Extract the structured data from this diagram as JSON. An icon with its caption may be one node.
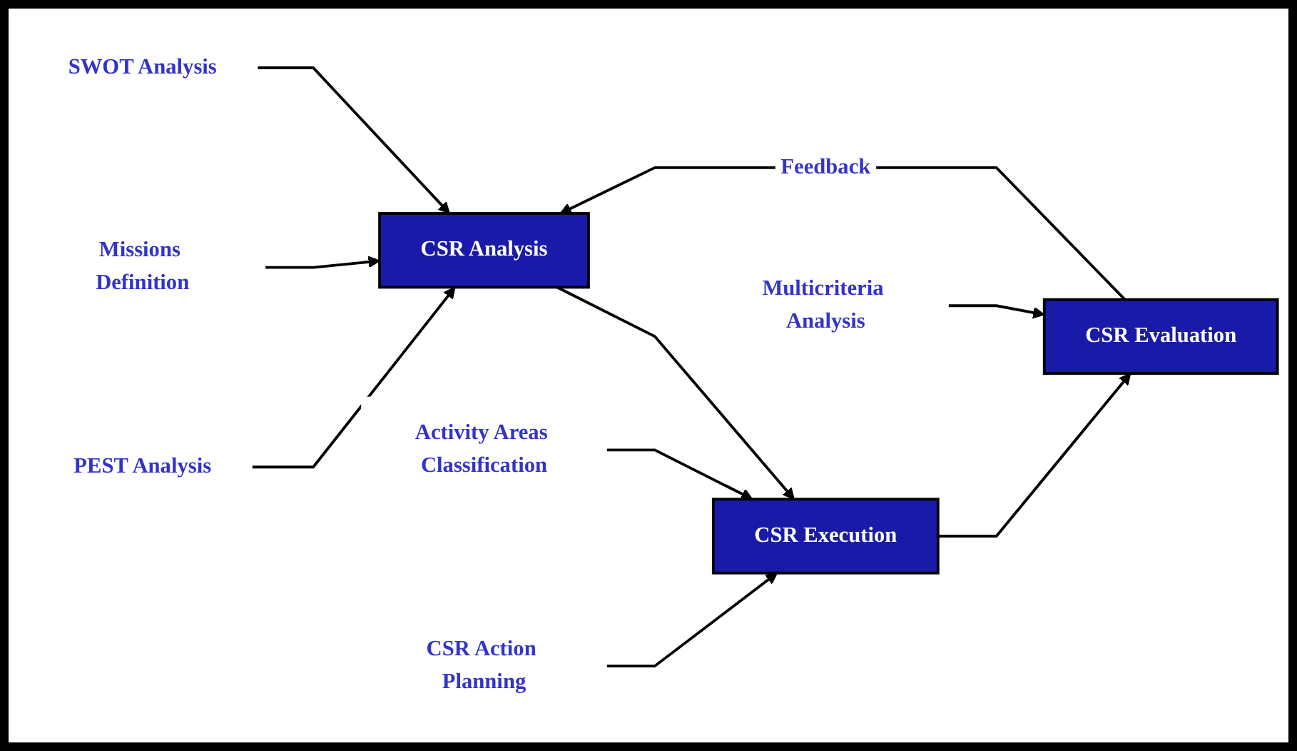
{
  "diagram": {
    "nodes": [
      {
        "text": [
          "CSR Analysis"
        ]
      },
      {
        "text": [
          "CSR Execution"
        ]
      },
      {
        "text": [
          "CSR Evaluation"
        ]
      },
      {
        "text": [
          "PEST Analysis"
        ]
      },
      {
        "text": [
          "Missions Definition"
        ]
      },
      {
        "text": [
          "SWOT Analysis"
        ]
      },
      {
        "text": [
          "Activity Areas Classification"
        ]
      },
      {
        "text": [
          "CSR Action Planning"
        ]
      },
      {
        "text": [
          "Multicriteria Analysis"
        ]
      }
    ],
    "edges": [
      {
        "from": 0,
        "to": 1,
        "arrow": "to"
      },
      {
        "from": 1,
        "to": 2,
        "arrow": "to"
      },
      {
        "from": 2,
        "to": 0,
        "arrow": "to",
        "label": "Feedback"
      },
      {
        "from": 3,
        "to": 0,
        "arrow": "to"
      },
      {
        "from": 4,
        "to": 0,
        "arrow": "to"
      },
      {
        "from": 5,
        "to": 0,
        "arrow": "to"
      },
      {
        "from": 6,
        "to": 1,
        "arrow": "to"
      },
      {
        "from": 7,
        "to": 1,
        "arrow": "to"
      },
      {
        "from": 8,
        "to": 2,
        "arrow": "to"
      }
    ]
  }
}
